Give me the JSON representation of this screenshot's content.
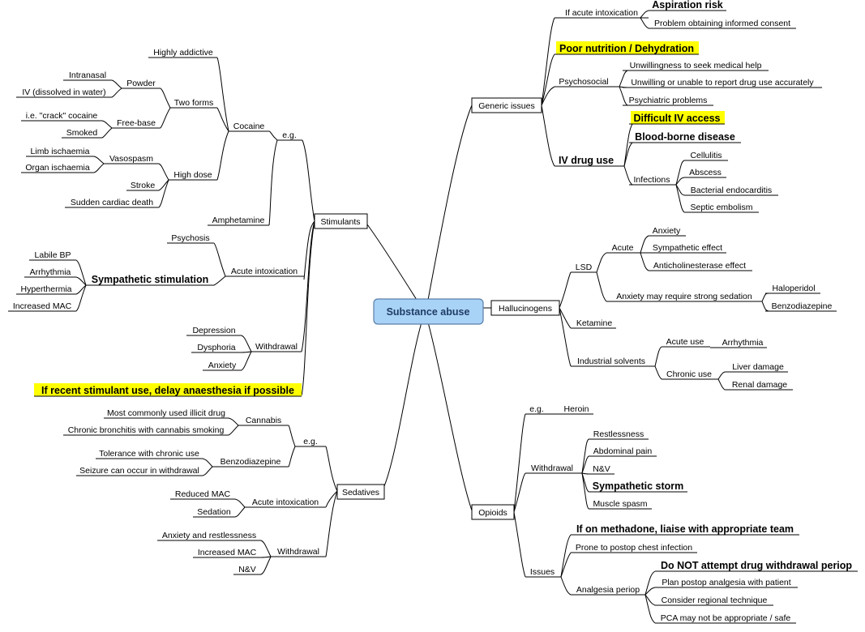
{
  "root": "Substance abuse",
  "stimulants": {
    "label": "Stimulants",
    "eg": "e.g.",
    "cocaine": {
      "label": "Cocaine",
      "highly_addictive": "Highly addictive",
      "two_forms": "Two forms",
      "powder": "Powder",
      "intranasal": "Intranasal",
      "iv": "IV (dissolved in water)",
      "freebase": "Free-base",
      "crack": "i.e. \"crack\" cocaine",
      "smoked": "Smoked",
      "high_dose": "High dose",
      "vasospasm": "Vasospasm",
      "limb": "Limb ischaemia",
      "organ": "Organ ischaemia",
      "stroke": "Stroke",
      "scd": "Sudden cardiac death"
    },
    "amphetamine": "Amphetamine",
    "acute": {
      "label": "Acute intoxication",
      "psychosis": "Psychosis",
      "symp": "Sympathetic stimulation",
      "labile": "Labile BP",
      "arrhythmia": "Arrhythmia",
      "hyperthermia": "Hyperthermia",
      "mac": "Increased MAC"
    },
    "withdrawal": {
      "label": "Withdrawal",
      "depression": "Depression",
      "dysphoria": "Dysphoria",
      "anxiety": "Anxiety"
    },
    "delay": "If recent stimulant use, delay anaesthesia if possible"
  },
  "sedatives": {
    "label": "Sedatives",
    "eg": "e.g.",
    "cannabis": "Cannabis",
    "most_common": "Most commonly used illicit drug",
    "bronchitis": "Chronic bronchitis with cannabis smoking",
    "benzo": "Benzodiazepine",
    "tolerance": "Tolerance with chronic use",
    "seizure": "Seizure can occur in withdrawal",
    "acute": "Acute intoxication",
    "reduced_mac": "Reduced MAC",
    "sedation": "Sedation",
    "withdrawal": "Withdrawal",
    "anx_rest": "Anxiety and restlessness",
    "inc_mac": "Increased MAC",
    "nv": "N&V"
  },
  "generic": {
    "label": "Generic issues",
    "acute": "If acute intoxication",
    "aspiration": "Aspiration risk",
    "consent": "Problem obtaining informed consent",
    "nutrition": "Poor nutrition / Dehydration",
    "psychosocial": "Psychosocial",
    "unwilling_seek": "Unwillingness to seek medical help",
    "unwilling_report": "Unwilling or unable to report drug use accurately",
    "psychiatric": "Psychiatric problems",
    "iv_use": "IV drug use",
    "difficult_iv": "Difficult IV access",
    "bbd": "Blood-borne disease",
    "infections": "Infections",
    "cellulitis": "Cellulitis",
    "abscess": "Abscess",
    "endocarditis": "Bacterial endocarditis",
    "septic": "Septic embolism"
  },
  "hallucinogens": {
    "label": "Hallucinogens",
    "lsd": "LSD",
    "acute": "Acute",
    "anxiety": "Anxiety",
    "symp": "Sympathetic effect",
    "antichol": "Anticholinesterase effect",
    "strong_sed": "Anxiety may require strong sedation",
    "haloperidol": "Haloperidol",
    "benzo": "Benzodiazepine",
    "ketamine": "Ketamine",
    "solvents": "Industrial solvents",
    "acute_use": "Acute use",
    "arrhythmia": "Arrhythmia",
    "chronic_use": "Chronic use",
    "liver": "Liver damage",
    "renal": "Renal damage"
  },
  "opioids": {
    "label": "Opioids",
    "eg": "e.g.",
    "heroin": "Heroin",
    "withdrawal": "Withdrawal",
    "restless": "Restlessness",
    "abdominal": "Abdominal pain",
    "nv": "N&V",
    "storm": "Sympathetic storm",
    "spasm": "Muscle spasm",
    "issues": "Issues",
    "methadone": "If on methadone, liaise with appropriate team",
    "chest": "Prone to postop chest infection",
    "analgesia": "Analgesia periop",
    "no_withdraw": "Do NOT attempt drug withdrawal periop",
    "plan": "Plan postop analgesia with patient",
    "regional": "Consider regional technique",
    "pca": "PCA may not be appropriate / safe"
  },
  "colors": {
    "highlight": "#ffff00",
    "root_fill": "#a9d2f7",
    "root_text": "#1f3d66"
  }
}
